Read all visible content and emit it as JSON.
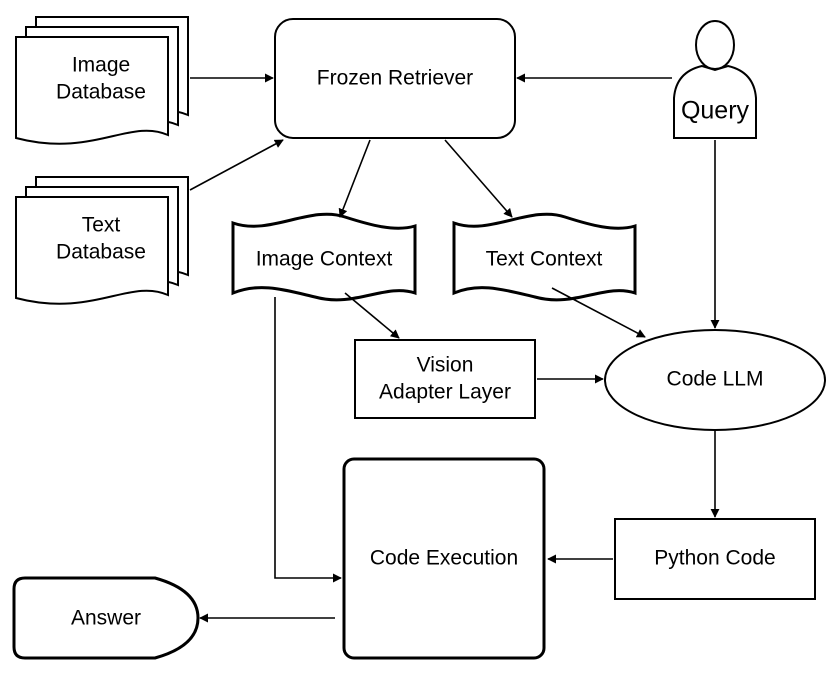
{
  "nodes": {
    "image_database": {
      "lines": [
        "Image",
        "Database"
      ]
    },
    "text_database": {
      "lines": [
        "Text",
        "Database"
      ]
    },
    "frozen_retriever": {
      "label": "Frozen Retriever"
    },
    "query": {
      "label": "Query"
    },
    "image_context": {
      "label": "Image Context"
    },
    "text_context": {
      "label": "Text Context"
    },
    "vision_adapter": {
      "lines": [
        "Vision",
        "Adapter Layer"
      ]
    },
    "code_llm": {
      "label": "Code LLM"
    },
    "code_execution": {
      "label": "Code Execution"
    },
    "python_code": {
      "label": "Python Code"
    },
    "answer": {
      "label": "Answer"
    }
  },
  "edges": [
    {
      "from": "image_database",
      "to": "frozen_retriever"
    },
    {
      "from": "text_database",
      "to": "frozen_retriever"
    },
    {
      "from": "query",
      "to": "frozen_retriever"
    },
    {
      "from": "frozen_retriever",
      "to": "image_context"
    },
    {
      "from": "frozen_retriever",
      "to": "text_context"
    },
    {
      "from": "image_context",
      "to": "vision_adapter"
    },
    {
      "from": "vision_adapter",
      "to": "code_llm"
    },
    {
      "from": "text_context",
      "to": "code_llm"
    },
    {
      "from": "query",
      "to": "code_llm"
    },
    {
      "from": "code_llm",
      "to": "python_code"
    },
    {
      "from": "python_code",
      "to": "code_execution"
    },
    {
      "from": "image_context",
      "to": "code_execution"
    },
    {
      "from": "code_execution",
      "to": "answer"
    }
  ],
  "colors": {
    "stroke": "#000000",
    "fill": "#ffffff"
  }
}
